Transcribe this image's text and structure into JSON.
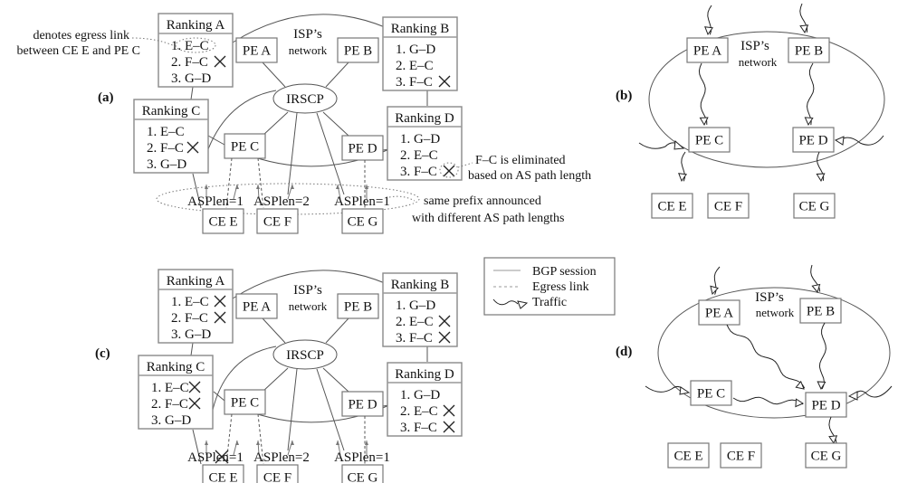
{
  "panels": {
    "a": {
      "label": "(a)",
      "network_label_1": "ISP’s",
      "network_label_2": "network",
      "irscp": "IRSCP",
      "pe": [
        "PE A",
        "PE B",
        "PE C",
        "PE D"
      ],
      "ce": [
        "CE E",
        "CE F",
        "CE G"
      ],
      "asplen": [
        "ASPlen=1",
        "ASPlen=2",
        "ASPlen=1"
      ],
      "rankings": {
        "A": {
          "title": "Ranking A",
          "items": [
            "1. E–C",
            "2. F–C",
            "3. G–D"
          ],
          "eliminated": [
            false,
            true,
            false
          ]
        },
        "B": {
          "title": "Ranking B",
          "items": [
            "1. G–D",
            "2. E–C",
            "3. F–C"
          ],
          "eliminated": [
            false,
            false,
            true
          ]
        },
        "C": {
          "title": "Ranking C",
          "items": [
            "1. E–C",
            "2. F–C",
            "3. G–D"
          ],
          "eliminated": [
            false,
            true,
            false
          ]
        },
        "D": {
          "title": "Ranking D",
          "items": [
            "1. G–D",
            "2. E–C",
            "3. F–C"
          ],
          "eliminated": [
            false,
            false,
            true
          ]
        }
      },
      "annotations": {
        "egress_1": "denotes egress link",
        "egress_2": "between CE E and PE C",
        "eliminated_1": "F–C is eliminated",
        "eliminated_2": "based on AS path length",
        "prefix_1": "same prefix announced",
        "prefix_2": "with different AS path lengths"
      }
    },
    "b": {
      "label": "(b)",
      "network_label_1": "ISP’s",
      "network_label_2": "network",
      "pe": [
        "PE A",
        "PE B",
        "PE C",
        "PE D"
      ],
      "ce": [
        "CE E",
        "CE F",
        "CE G"
      ]
    },
    "c": {
      "label": "(c)",
      "network_label_1": "ISP’s",
      "network_label_2": "network",
      "irscp": "IRSCP",
      "pe": [
        "PE A",
        "PE B",
        "PE C",
        "PE D"
      ],
      "ce": [
        "CE E",
        "CE F",
        "CE G"
      ],
      "asplen": [
        "ASPlen=1",
        "ASPlen=2",
        "ASPlen=1"
      ],
      "rankings": {
        "A": {
          "title": "Ranking A",
          "items": [
            "1. E–C",
            "2. F–C",
            "3. G–D"
          ],
          "eliminated": [
            true,
            true,
            false
          ]
        },
        "B": {
          "title": "Ranking B",
          "items": [
            "1. G–D",
            "2. E–C",
            "3. F–C"
          ],
          "eliminated": [
            false,
            true,
            true
          ]
        },
        "C": {
          "title": "Ranking C",
          "items": [
            "1. E–C",
            "2. F–C",
            "3. G–D"
          ],
          "eliminated": [
            true,
            true,
            false
          ]
        },
        "D": {
          "title": "Ranking D",
          "items": [
            "1. G–D",
            "2. E–C",
            "3. F–C"
          ],
          "eliminated": [
            false,
            true,
            true
          ]
        }
      }
    },
    "d": {
      "label": "(d)",
      "network_label_1": "ISP’s",
      "network_label_2": "network",
      "pe": [
        "PE A",
        "PE B",
        "PE C",
        "PE D"
      ],
      "ce": [
        "CE E",
        "CE F",
        "CE G"
      ]
    }
  },
  "legend": {
    "bgp": "BGP session",
    "egress": "Egress link",
    "traffic": "Traffic"
  }
}
